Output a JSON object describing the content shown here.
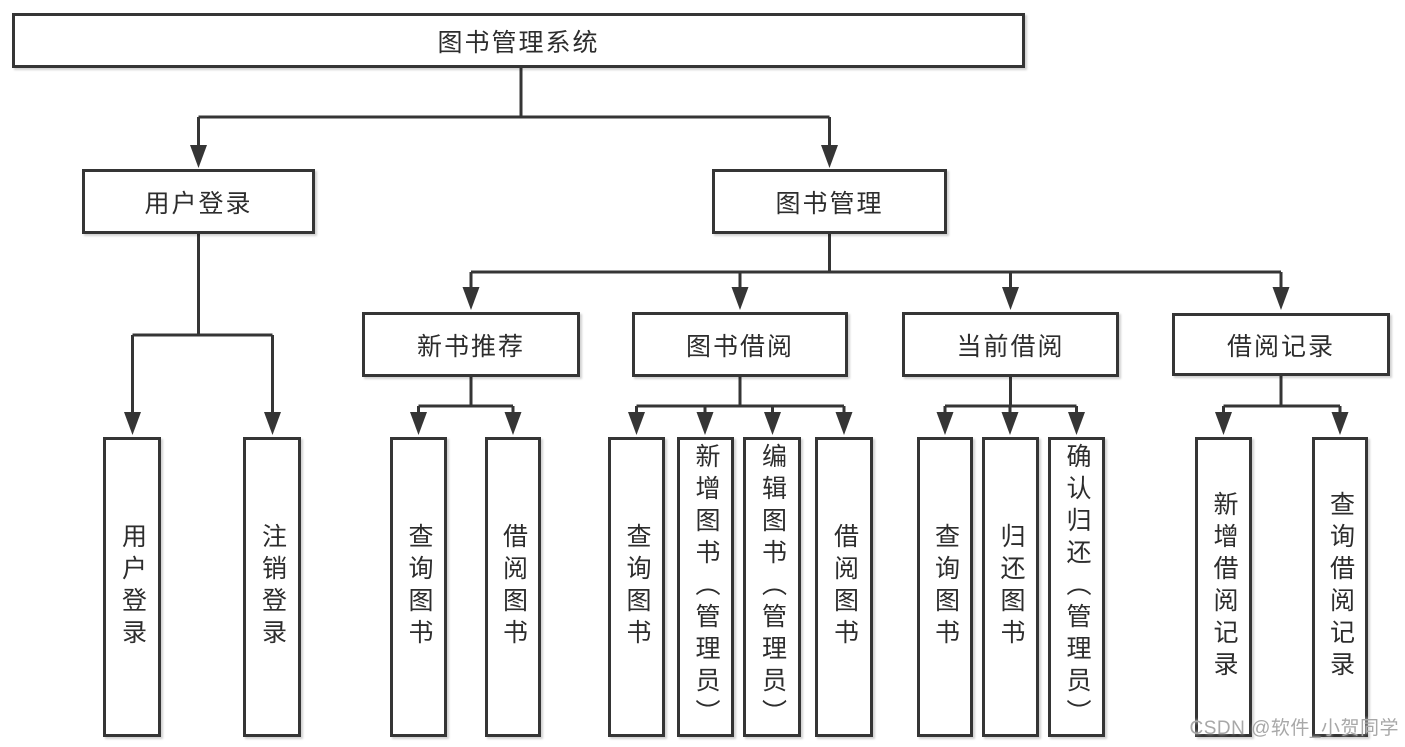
{
  "diagram": {
    "type": "tree",
    "title": "图书管理系统"
  },
  "colors": {
    "line": "#353535",
    "text": "#2d2d2d",
    "background": "#ffffff",
    "watermark": "#a8a8a8"
  },
  "nodes": {
    "root": {
      "label": "图书管理系统"
    },
    "user_login": {
      "label": "用户登录"
    },
    "book_mgmt": {
      "label": "图书管理"
    },
    "new_book_rec": {
      "label": "新书推荐"
    },
    "book_borrow": {
      "label": "图书借阅"
    },
    "current_borrow": {
      "label": "当前借阅"
    },
    "borrow_record": {
      "label": "借阅记录"
    },
    "leaf_user_login": {
      "label": "用户登录"
    },
    "leaf_logout": {
      "label": "注销登录"
    },
    "leaf_query_book_1": {
      "label": "查询图书"
    },
    "leaf_borrow_book_1": {
      "label": "借阅图书"
    },
    "leaf_query_book_2": {
      "label": "查询图书"
    },
    "leaf_add_book": {
      "label": "新增图书（管理员）"
    },
    "leaf_edit_book": {
      "label": "编辑图书（管理员）"
    },
    "leaf_borrow_book_2": {
      "label": "借阅图书"
    },
    "leaf_query_book_3": {
      "label": "查询图书"
    },
    "leaf_return_book": {
      "label": "归还图书"
    },
    "leaf_confirm_return": {
      "label": "确认归还（管理员）"
    },
    "leaf_add_borrow_record": {
      "label": "新增借阅记录"
    },
    "leaf_query_borrow_record": {
      "label": "查询借阅记录"
    }
  },
  "hierarchy": {
    "label": "图书管理系统",
    "children": [
      {
        "label": "用户登录",
        "children": [
          {
            "label": "用户登录"
          },
          {
            "label": "注销登录"
          }
        ]
      },
      {
        "label": "图书管理",
        "children": [
          {
            "label": "新书推荐",
            "children": [
              {
                "label": "查询图书"
              },
              {
                "label": "借阅图书"
              }
            ]
          },
          {
            "label": "图书借阅",
            "children": [
              {
                "label": "查询图书"
              },
              {
                "label": "新增图书（管理员）"
              },
              {
                "label": "编辑图书（管理员）"
              },
              {
                "label": "借阅图书"
              }
            ]
          },
          {
            "label": "当前借阅",
            "children": [
              {
                "label": "查询图书"
              },
              {
                "label": "归还图书"
              },
              {
                "label": "确认归还（管理员）"
              }
            ]
          },
          {
            "label": "借阅记录",
            "children": [
              {
                "label": "新增借阅记录"
              },
              {
                "label": "查询借阅记录"
              }
            ]
          }
        ]
      }
    ]
  },
  "edges": [
    [
      "root",
      "user_login"
    ],
    [
      "root",
      "book_mgmt"
    ],
    [
      "user_login",
      "leaf_user_login"
    ],
    [
      "user_login",
      "leaf_logout"
    ],
    [
      "book_mgmt",
      "new_book_rec"
    ],
    [
      "book_mgmt",
      "book_borrow"
    ],
    [
      "book_mgmt",
      "current_borrow"
    ],
    [
      "book_mgmt",
      "borrow_record"
    ],
    [
      "new_book_rec",
      "leaf_query_book_1"
    ],
    [
      "new_book_rec",
      "leaf_borrow_book_1"
    ],
    [
      "book_borrow",
      "leaf_query_book_2"
    ],
    [
      "book_borrow",
      "leaf_add_book"
    ],
    [
      "book_borrow",
      "leaf_edit_book"
    ],
    [
      "book_borrow",
      "leaf_borrow_book_2"
    ],
    [
      "current_borrow",
      "leaf_query_book_3"
    ],
    [
      "current_borrow",
      "leaf_return_book"
    ],
    [
      "current_borrow",
      "leaf_confirm_return"
    ],
    [
      "borrow_record",
      "leaf_add_borrow_record"
    ],
    [
      "borrow_record",
      "leaf_query_borrow_record"
    ]
  ],
  "watermark": "CSDN @软件_小贺同学"
}
